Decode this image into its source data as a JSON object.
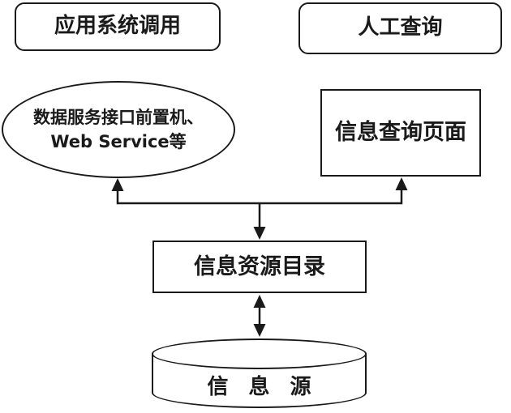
{
  "colors": {
    "stroke": "#1a1a1a",
    "fill": "#ffffff"
  },
  "nodes": {
    "app_call": {
      "label": "应用系统调用"
    },
    "manual_query": {
      "label": "人工查询"
    },
    "frontend": {
      "label_line1": "数据服务接口前置机、",
      "label_line2": "Web Service等"
    },
    "query_page": {
      "label": "信息查询页面"
    },
    "directory": {
      "label": "信息资源目录"
    },
    "source": {
      "label": "信 息 源"
    }
  }
}
